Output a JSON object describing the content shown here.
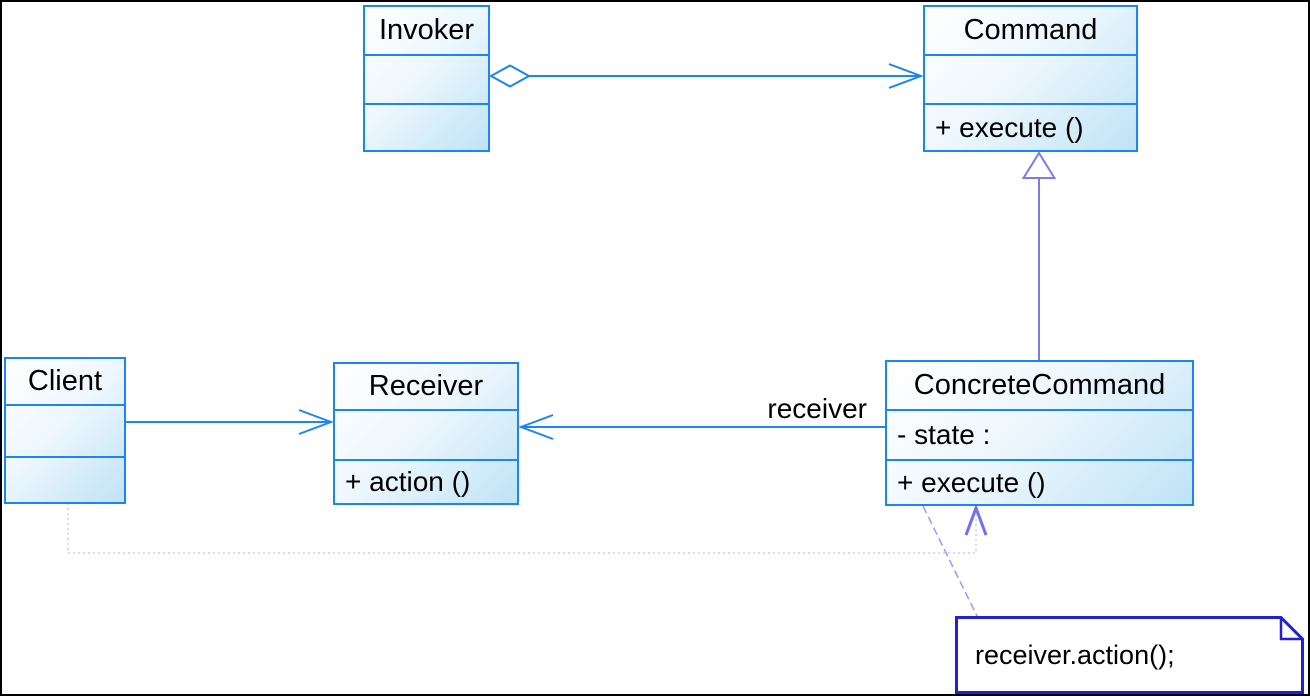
{
  "diagram": {
    "kind": "uml-class-diagram",
    "pattern": "Command",
    "colors": {
      "class_border": "#1c86ee",
      "class_fill_start": "#ffffff",
      "class_fill_end": "#bfe3f6",
      "generalization_stroke": "#7b7bee",
      "dependency_faint_stroke": "#d9d9f2",
      "dependency_arrow_stroke": "#6f6ff0",
      "note_connector_stroke": "#9a9aee",
      "note_border": "#2222cc",
      "text": "#000000"
    },
    "classes": {
      "invoker": {
        "name": "Invoker"
      },
      "command": {
        "name": "Command",
        "operation": "+ execute ()"
      },
      "client": {
        "name": "Client"
      },
      "receiver": {
        "name": "Receiver",
        "operation": "+ action ()"
      },
      "concrete_command": {
        "name": "ConcreteCommand",
        "attribute": "- state :",
        "operation": "+ execute ()"
      }
    },
    "edges": {
      "invoker_to_command": {
        "type": "aggregation-association"
      },
      "concrete_to_command": {
        "type": "generalization"
      },
      "client_to_receiver": {
        "type": "association"
      },
      "concrete_to_receiver": {
        "type": "association",
        "label": "receiver"
      },
      "client_to_concrete": {
        "type": "dependency"
      },
      "note_to_concrete": {
        "type": "note-anchor"
      }
    },
    "labels": {
      "receiver_role": "receiver"
    },
    "note": {
      "text": "receiver.action();"
    }
  }
}
